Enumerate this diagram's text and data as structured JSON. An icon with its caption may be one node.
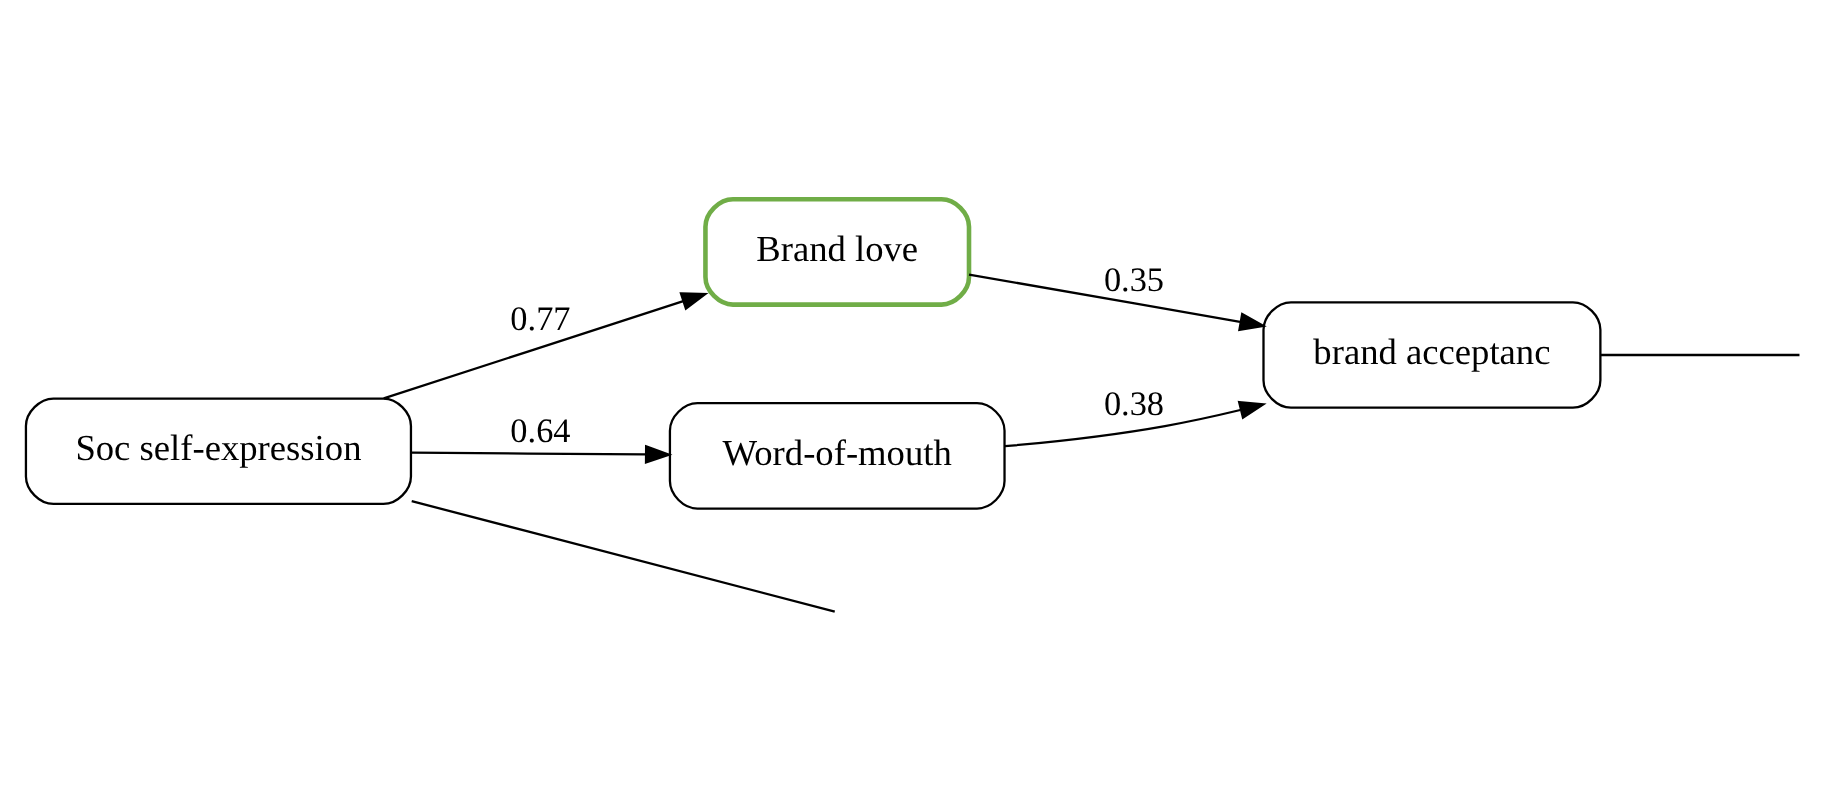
{
  "diagram": {
    "nodes": [
      {
        "text": [
          "Soc self-expression"
        ]
      },
      {
        "text": [
          "Brand love"
        ]
      },
      {
        "text": [
          "Word-of-mouth"
        ]
      },
      {
        "text": [
          "brand acceptanc"
        ]
      }
    ],
    "edges": [
      {
        "from": 0,
        "to": 1,
        "arrow": "to",
        "label": "0.77"
      },
      {
        "from": 0,
        "to": 2,
        "arrow": "to",
        "label": "0.64"
      },
      {
        "from": 1,
        "to": 3,
        "arrow": "to",
        "label": "0.35"
      },
      {
        "from": 2,
        "to": 3,
        "arrow": "to",
        "label": "0.38"
      },
      {
        "from": 0,
        "to": null,
        "arrow": "none"
      },
      {
        "from": 3,
        "to": null,
        "arrow": "none"
      }
    ]
  }
}
